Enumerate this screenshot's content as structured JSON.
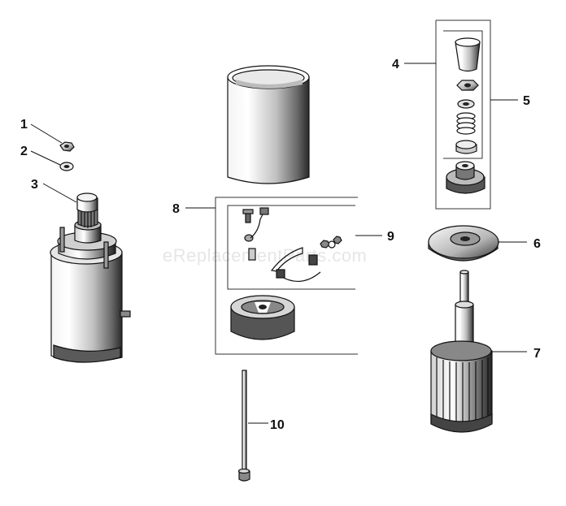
{
  "watermark": "eReplacementParts.com",
  "callouts": [
    {
      "id": "1",
      "label": "1"
    },
    {
      "id": "2",
      "label": "2"
    },
    {
      "id": "3",
      "label": "3"
    },
    {
      "id": "4",
      "label": "4"
    },
    {
      "id": "5",
      "label": "5"
    },
    {
      "id": "6",
      "label": "6"
    },
    {
      "id": "7",
      "label": "7"
    },
    {
      "id": "8",
      "label": "8"
    },
    {
      "id": "9",
      "label": "9"
    },
    {
      "id": "10",
      "label": "10"
    }
  ]
}
